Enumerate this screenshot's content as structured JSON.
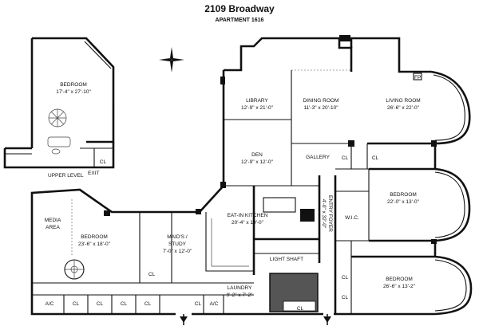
{
  "header": {
    "title": "2109 Broadway",
    "subtitle": "APARTMENT 1616"
  },
  "labels": {
    "upper_level": "UPPER LEVEL",
    "exit": "EXIT",
    "upper_cl": "CL",
    "media_area": [
      "MEDIA",
      "AREA"
    ],
    "fp": "FP"
  },
  "rooms": [
    {
      "key": "upper_bedroom",
      "name": "BEDROOM",
      "dims": "17'-4\" x 27'-10\""
    },
    {
      "key": "library",
      "name": "LIBRARY",
      "dims": "12'-9\" x 21'-0\""
    },
    {
      "key": "dining",
      "name": "DINING ROOM",
      "dims": "11'-3\" x 20'-10\""
    },
    {
      "key": "living",
      "name": "LIVING ROOM",
      "dims": "26'-6\" x 22'-0\""
    },
    {
      "key": "den",
      "name": "DEN",
      "dims": "12'-9\" x 12'-0\""
    },
    {
      "key": "gallery",
      "name": "GALLERY",
      "dims": ""
    },
    {
      "key": "bedroom_mid",
      "name": "BEDROOM",
      "dims": "22'-0\" x 13'-0\""
    },
    {
      "key": "wic",
      "name": "W.I.C.",
      "dims": ""
    },
    {
      "key": "kitchen",
      "name": "EAT-IN KITCHEN",
      "dims": "20'-4\" x 19'-0\""
    },
    {
      "key": "bedroom_left",
      "name": "BEDROOM",
      "dims": "23'-6\" x 18'-0\""
    },
    {
      "key": "maids",
      "name": "MAID'S /",
      "dims": "STUDY",
      "extra": "7'-0\" x 12'-0\""
    },
    {
      "key": "light_shaft",
      "name": "LIGHT SHAFT",
      "dims": ""
    },
    {
      "key": "laundry",
      "name": "LAUNDRY",
      "dims": "9'-2\" x 7'-2\""
    },
    {
      "key": "bedroom_bottom",
      "name": "BEDROOM",
      "dims": "26'-6\" x 13'-2\""
    }
  ],
  "entry_foyer": {
    "name": "ENTRY FOYER",
    "dims": "4'-0\" x 32'-0\""
  },
  "closets": [
    "CL",
    "CL",
    "CL",
    "CL",
    "CL",
    "CL",
    "CL",
    "CL",
    "CL",
    "CL",
    "CL",
    "CL"
  ],
  "ac": [
    "A/C",
    "A/C"
  ]
}
